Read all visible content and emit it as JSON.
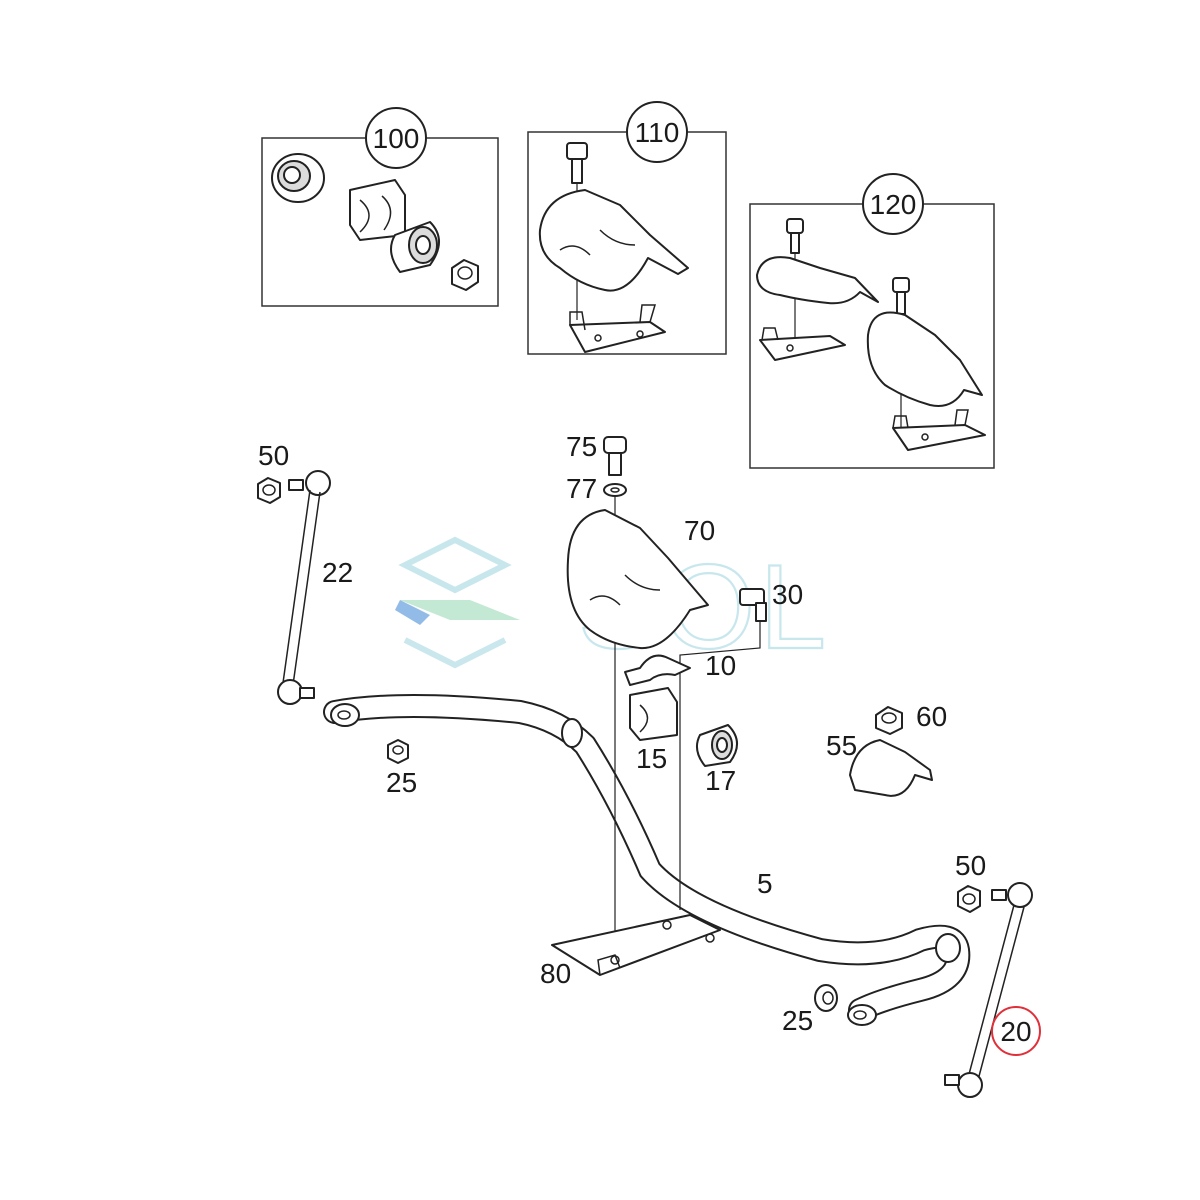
{
  "boxes": [
    {
      "id": "100",
      "label": "100"
    },
    {
      "id": "110",
      "label": "110"
    },
    {
      "id": "120",
      "label": "120"
    }
  ],
  "callouts": {
    "c50_left": "50",
    "c22": "22",
    "c25_left": "25",
    "c75": "75",
    "c77": "77",
    "c70": "70",
    "c30": "30",
    "c10": "10",
    "c15": "15",
    "c17": "17",
    "c60": "60",
    "c55": "55",
    "c5": "5",
    "c50_right": "50",
    "c80": "80",
    "c25_right": "25",
    "c20": "20"
  },
  "watermark": "SOL",
  "colors": {
    "line": "#222222",
    "highlight_circle": "#e0303a",
    "watermark": "#bfe3ea",
    "logo_blue": "#4a8fd9",
    "logo_green": "#7fcf9a"
  }
}
